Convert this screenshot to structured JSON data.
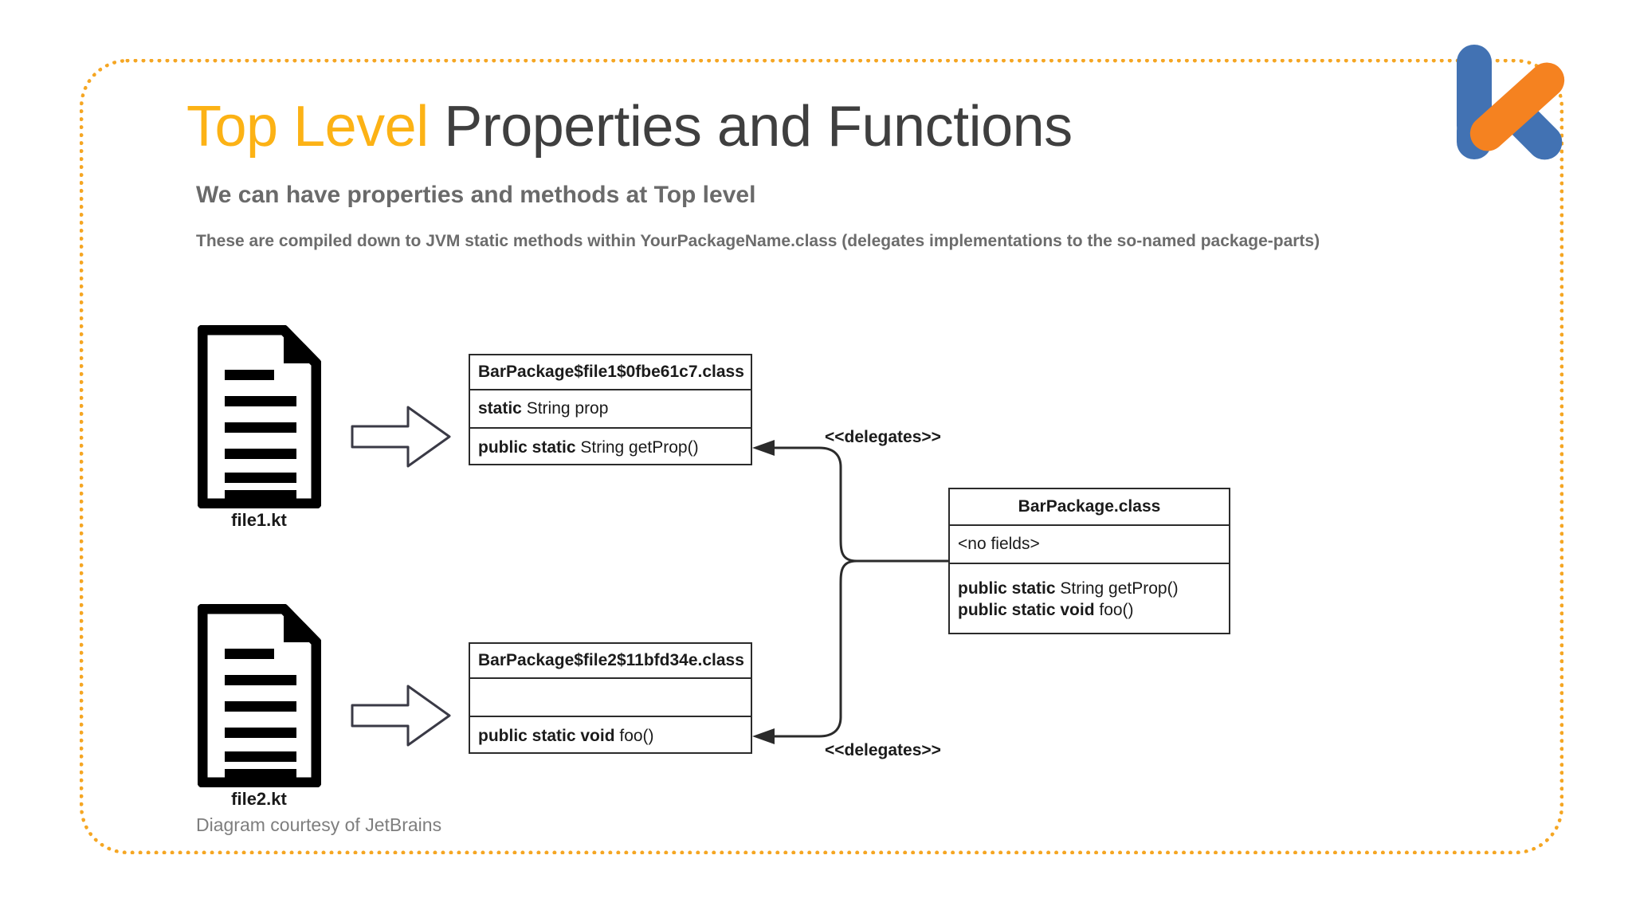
{
  "slide": {
    "title_accent": "Top Level",
    "title_rest": " Properties and Functions",
    "subtitle": "We can have properties and methods at Top level",
    "body": "These are compiled down to JVM static methods within YourPackageName.class (delegates implementations to the so-named package-parts)",
    "credit": "Diagram courtesy of JetBrains",
    "colors": {
      "accent": "#FCB215",
      "title_dark": "#3F3F3F",
      "text_gray": "#6C6C6C",
      "frame_dotted": "#F5A623",
      "logo_blue": "#4272B3",
      "logo_orange": "#F58220",
      "diagram_stroke": "#2b2b2b"
    },
    "logo": {
      "name": "kotlin-logo",
      "alt": "Kotlin K logo"
    }
  },
  "diagram": {
    "files": [
      {
        "icon": "document-icon",
        "label": "file1.kt"
      },
      {
        "icon": "document-icon",
        "label": "file2.kt"
      }
    ],
    "arrows": [
      {
        "icon": "block-arrow-right-icon"
      },
      {
        "icon": "block-arrow-right-icon"
      }
    ],
    "classes": [
      {
        "id": "file1-class",
        "title": "BarPackage$file1$0fbe61c7.class",
        "fields": "static String prop",
        "fields_bold": "static",
        "fields_rest": " String prop",
        "methods_bold": "public static",
        "methods_rest": " String getProp()"
      },
      {
        "id": "file2-class",
        "title": "BarPackage$file2$11bfd34e.class",
        "fields": "",
        "fields_bold": "",
        "fields_rest": "",
        "methods_bold": "public static void",
        "methods_rest": " foo()"
      },
      {
        "id": "barpackage-class",
        "title": "BarPackage.class",
        "fields": "<no fields>",
        "method_1_bold": "public static",
        "method_1_rest": " String getProp()",
        "method_2_bold": "public static void",
        "method_2_rest": " foo()"
      }
    ],
    "connectors": [
      {
        "label": "<<delegates>>",
        "from": "barpackage-class",
        "to": "file1-class"
      },
      {
        "label": "<<delegates>>",
        "from": "barpackage-class",
        "to": "file2-class"
      }
    ]
  }
}
